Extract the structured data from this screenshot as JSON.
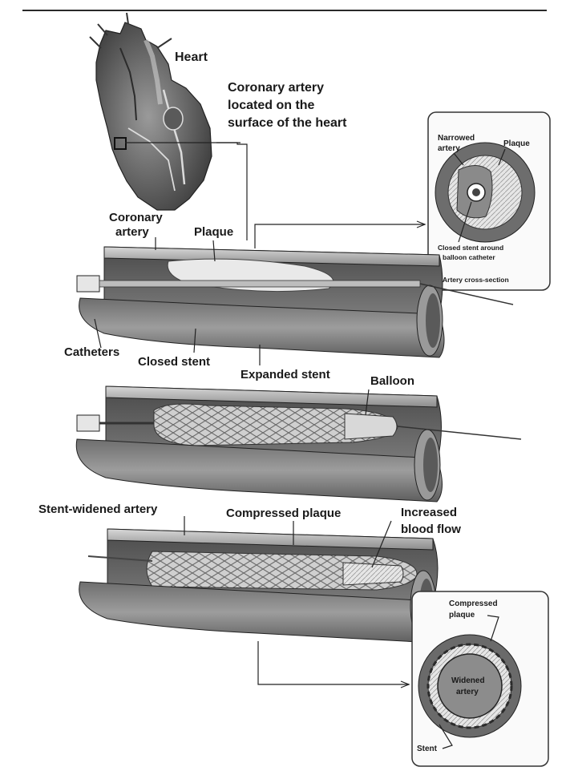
{
  "labels": {
    "heart": "Heart",
    "coronary_artery_callout": [
      "Coronary artery",
      "located on the",
      "surface of the heart"
    ],
    "coronary_artery": [
      "Coronary",
      "artery"
    ],
    "plaque": "Plaque",
    "catheters": "Catheters",
    "closed_stent": "Closed stent",
    "expanded_stent": "Expanded stent",
    "balloon": "Balloon",
    "stent_widened_artery": "Stent-widened artery",
    "compressed_plaque": "Compressed plaque",
    "increased_blood_flow": [
      "Increased",
      "blood flow"
    ]
  },
  "inset_top": {
    "narrowed_artery": [
      "Narrowed",
      "artery"
    ],
    "plaque": "Plaque",
    "closed_stent_note": [
      "Closed stent around",
      "balloon catheter"
    ],
    "caption": "Artery cross-section"
  },
  "inset_bottom": {
    "compressed_plaque": [
      "Compressed",
      "plaque"
    ],
    "widened_artery": [
      "Widened",
      "artery"
    ],
    "stent": "Stent"
  }
}
